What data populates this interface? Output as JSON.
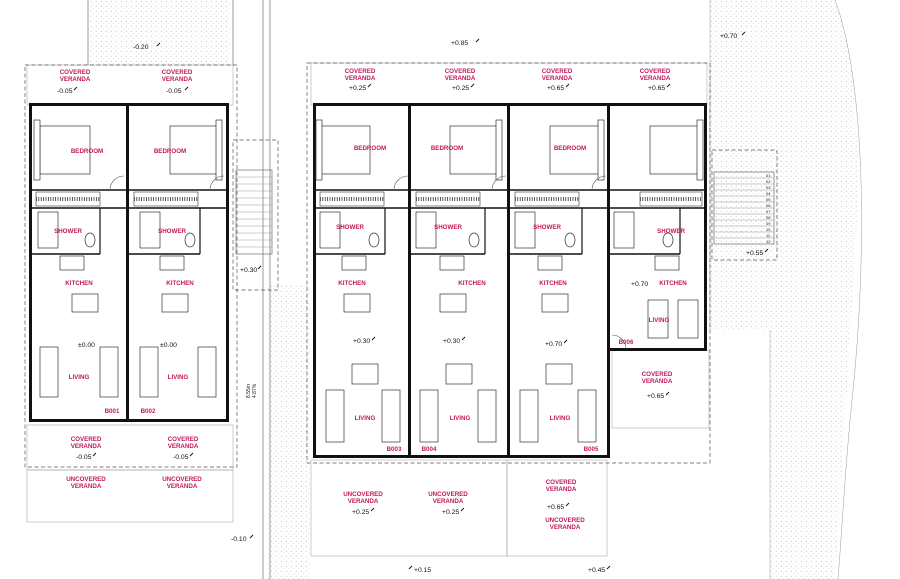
{
  "labels": {
    "covered_veranda_1": "COVERED",
    "covered_veranda_2": "VERANDA",
    "uncovered_veranda_1": "UNCOVERED",
    "uncovered_veranda_2": "VERANDA",
    "bedroom": "BEDROOM",
    "shower": "SHOWER",
    "kitchen": "KITCHEN",
    "living": "LIVING"
  },
  "units": [
    "B001",
    "B002",
    "B003",
    "B004",
    "B005",
    "B006"
  ],
  "levels": {
    "site_top_left": "-0.20",
    "site_top_mid": "+0.85",
    "site_top_right": "+0.70",
    "a_top": "-0.05",
    "b_top": "-0.05",
    "c_top": "+0.25",
    "d_top": "+0.25",
    "e_top": "+0.65",
    "f_top": "+0.65",
    "a_mid": "±0.00",
    "b_mid": "±0.00",
    "passage": "+0.30",
    "c_mid": "+0.30",
    "d_mid": "+0.30",
    "e_mid": "+0.70",
    "f_mid": "+0.70",
    "stair_right": "+0.55",
    "f_veranda": "+0.65",
    "a_bottom": "-0.05",
    "b_bottom": "-0.05",
    "c_bottom": "+0.25",
    "d_bottom": "+0.25",
    "e_bottom1": "+0.65",
    "site_bottom_left": "-0.10",
    "site_bottom_mid": "+0.15",
    "site_bottom_right": "+0.45",
    "vertical_1": "8.55m",
    "vertical_2": "4.87%"
  },
  "stair_numbers": [
    "01",
    "02",
    "03",
    "04",
    "05",
    "06",
    "07",
    "08",
    "09",
    "10",
    "11",
    "12"
  ]
}
